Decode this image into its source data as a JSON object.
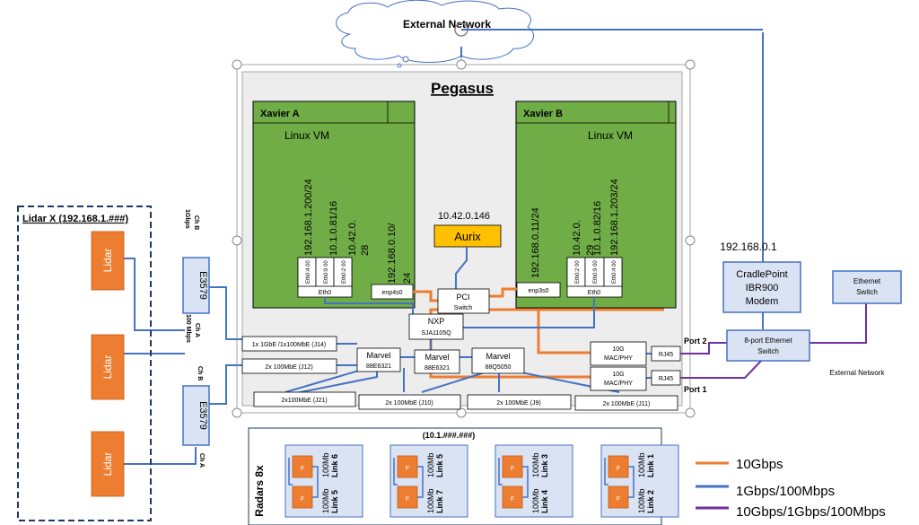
{
  "cloud": {
    "label": "External Network"
  },
  "pegasus": {
    "title": "Pegasus"
  },
  "xavier_a": {
    "title": "Xavier A",
    "vm": "Linux VM",
    "ip_1": "192.168.1.200/24",
    "ip_2": "10.1.0.81/16",
    "ip_3a": "10.42.0.",
    "ip_3b": "28",
    "ip_4a": "192.168.0.10/",
    "ip_4b": "24",
    "eth_ports": [
      "Eth0:4 00",
      "Eth0:9 00",
      "Eth0:2 00"
    ],
    "eth0": "Eth0",
    "nic": "enp4s0"
  },
  "xavier_b": {
    "title": "Xavier B",
    "vm": "Linux VM",
    "ip_1": "192.168.0.11/24",
    "ip_2a": "10.42.0.",
    "ip_2b": "29",
    "ip_3": "10.1.0.82/16",
    "ip_4": "192.168.1.203/24",
    "eth_ports": [
      "Eth0:2 00",
      "Eth0:9 00",
      "Eth0:4 00"
    ],
    "eth0": "Eth0",
    "nic": "enp3s0"
  },
  "aurix": {
    "ip": "10.42.0.146",
    "label": "Aurix"
  },
  "pci": {
    "line1": "PCI",
    "line2": "Switch"
  },
  "nxp": {
    "line1": "NXP",
    "line2": "SJA1105Q"
  },
  "marvel_1": {
    "line1": "Marvel",
    "line2": "88E6321"
  },
  "marvel_2": {
    "line1": "Marvel",
    "line2": "88E6321"
  },
  "marvel_3": {
    "line1": "Marvel",
    "line2": "88Q5050"
  },
  "ports": {
    "j14": "1x 1GbE /1x100MbE (J14)",
    "j12": "2x  100MbE (J12)",
    "j21": "2x100MbE (J21)",
    "j10": "2x 100MbE (J10)",
    "j9": "2x 100MbE (J9)",
    "j11": "2x 100MbE (J11)"
  },
  "mac_phy": [
    "10G MAC/PHY",
    "10G MAC/PHY"
  ],
  "rj45": [
    "RJ45",
    "RJ45"
  ],
  "port_labels": [
    "Port 2",
    "Port 1"
  ],
  "modem": {
    "ip": "192.168.0.1",
    "line1": "CradlePoint",
    "line2": "IBR900",
    "line3": "Modem"
  },
  "eth_switch_8": {
    "line1": "8-port Ethernet",
    "line2": "Switch"
  },
  "eth_switch": {
    "line1": "Ethernet",
    "line2": "Switch"
  },
  "external_network_label": "External Network",
  "lidar_group": {
    "title": "Lidar X (192.168.1.###)",
    "lidars": [
      "Lidar",
      "Lidar",
      "Lidar"
    ],
    "converters": [
      "E3579",
      "E3579"
    ],
    "ch_b_top": "Ch B",
    "gbps": "1Gbps",
    "ch_a_1": "Ch A",
    "mbps": "100 Mbps",
    "ch_b_2": "Ch B",
    "ch_a_2": "Ch A"
  },
  "radars": {
    "title": "Radars 8x",
    "subnet": "(10.1.###.###)",
    "groups": [
      {
        "top_a": "100Mb",
        "top_b": "Link 6",
        "bot_a": "100Mb",
        "bot_b": "Link 5"
      },
      {
        "top_a": "100Mb",
        "top_b": "Link 5",
        "bot_a": "100Mb",
        "bot_b": "Link 7"
      },
      {
        "top_a": "100Mb",
        "top_b": "Link 3",
        "bot_a": "100Mb",
        "bot_b": "Link 4"
      },
      {
        "top_a": "100Mb",
        "top_b": "Link 1",
        "bot_a": "100Mb",
        "bot_b": "Link 2"
      }
    ],
    "chip_letters": [
      "F",
      "F"
    ]
  },
  "legend": [
    {
      "label": "10Gbps",
      "color": "#ED7D31"
    },
    {
      "label": "1Gbps/100Mbps",
      "color": "#4472C4"
    },
    {
      "label": "10Gbps/1Gbps/100Mbps",
      "color": "#7030A0"
    }
  ],
  "colors": {
    "green": "#70AD47",
    "orange": "#ED7D31",
    "blue": "#4472C4",
    "purple": "#7030A0",
    "yellow": "#FFC000",
    "lightblue": "#DAE3F3",
    "gray": "#EDEDED"
  }
}
